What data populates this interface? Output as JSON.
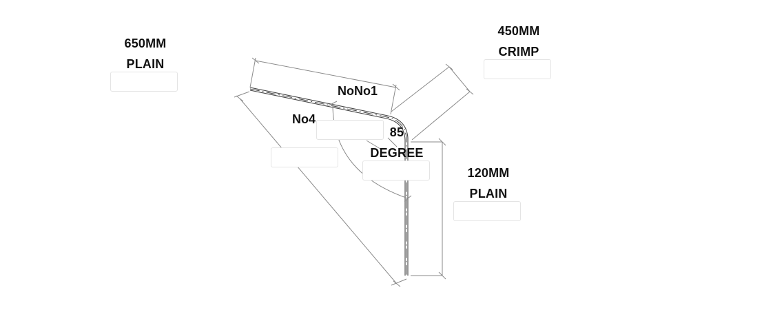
{
  "diagram": {
    "labels": {
      "plain_650": {
        "line1": "650MM",
        "line2": "PLAIN"
      },
      "crimp_450": {
        "line1": "450MM",
        "line2": "CRIMP"
      },
      "plain_120": {
        "line1": "120MM",
        "line2": "PLAIN"
      },
      "angle_85": {
        "line1": "85",
        "line2": "DEGREE"
      }
    },
    "tags": {
      "no_overlap": "NoNo1",
      "no4": "No4"
    },
    "inputs": {
      "plain_650_value": "",
      "crimp_450_value": "",
      "plain_120_value": "",
      "angle_85_value": "",
      "no4_value": "",
      "no_overlap_value": ""
    },
    "colors": {
      "line": "#8a8a8a",
      "bar": "#444444",
      "text": "#111111",
      "box_border": "#e4e4e4"
    }
  }
}
